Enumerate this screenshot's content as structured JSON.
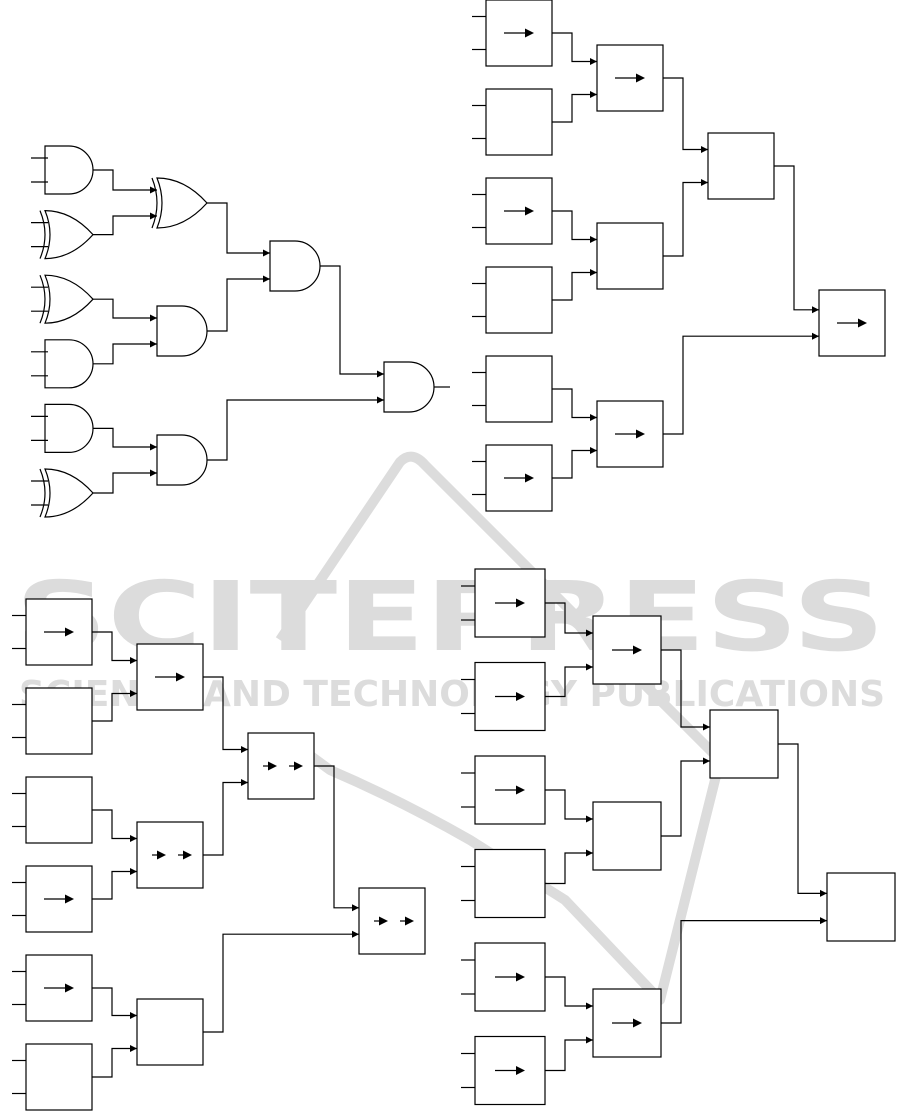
{
  "watermark": {
    "title": "SCITEPRESS",
    "subtitle": "SCIENCE AND TECHNOLOGY PUBLICATIONS",
    "color": "#dcdcdc"
  },
  "colors": {
    "line": "#000000",
    "fill": "#ffffff"
  },
  "diagrams": [
    {
      "id": "gate-tree",
      "leaves": [
        "and",
        "xor",
        "xor",
        "and",
        "and",
        "xor"
      ],
      "level1": [
        "xor",
        "and",
        "and"
      ],
      "level2": [
        "and"
      ],
      "root": "and"
    },
    {
      "id": "box-tree-top-right",
      "leaves": [
        1,
        0,
        1,
        0,
        0,
        1
      ],
      "level1": [
        1,
        0,
        1
      ],
      "level2": [
        0
      ],
      "root": 1
    },
    {
      "id": "box-tree-bottom-left",
      "leaves": [
        1,
        0,
        0,
        1,
        1,
        0
      ],
      "level1": [
        1,
        2,
        0
      ],
      "level2": [
        2
      ],
      "root": 2
    },
    {
      "id": "box-tree-bottom-right",
      "leaves": [
        1,
        1,
        1,
        0,
        1,
        1
      ],
      "level1": [
        1,
        0,
        1
      ],
      "level2": [
        0
      ],
      "root": 0
    }
  ]
}
